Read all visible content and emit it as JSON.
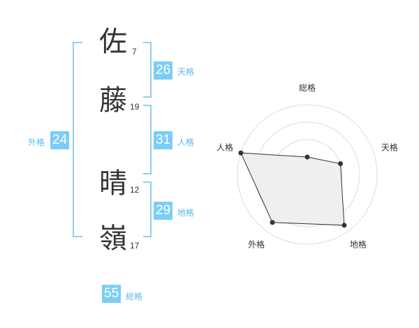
{
  "name": {
    "chars": [
      {
        "char": "佐",
        "strokes": "7"
      },
      {
        "char": "藤",
        "strokes": "19"
      },
      {
        "char": "晴",
        "strokes": "12"
      },
      {
        "char": "嶺",
        "strokes": "17"
      }
    ]
  },
  "fortunes": {
    "tenkaku": {
      "value": "26",
      "label": "天格"
    },
    "jinkaku": {
      "value": "31",
      "label": "人格"
    },
    "chikaku": {
      "value": "29",
      "label": "地格"
    },
    "gaikaku": {
      "value": "24",
      "label": "外格"
    },
    "soukaku": {
      "value": "55",
      "label": "総格"
    }
  },
  "chart_data": {
    "type": "radar",
    "axes": [
      "総格",
      "天格",
      "地格",
      "外格",
      "人格"
    ],
    "values": [
      0.25,
      0.5,
      0.9,
      0.85,
      1.0
    ],
    "rings": 4,
    "colors": {
      "fill": "#efefef",
      "stroke": "#333333",
      "grid": "#dddddd",
      "point": "#333333"
    }
  },
  "colors": {
    "accent": "#7ccdf5",
    "accent_text": "#5bbbe8",
    "bracket": "#8ed0f3"
  }
}
